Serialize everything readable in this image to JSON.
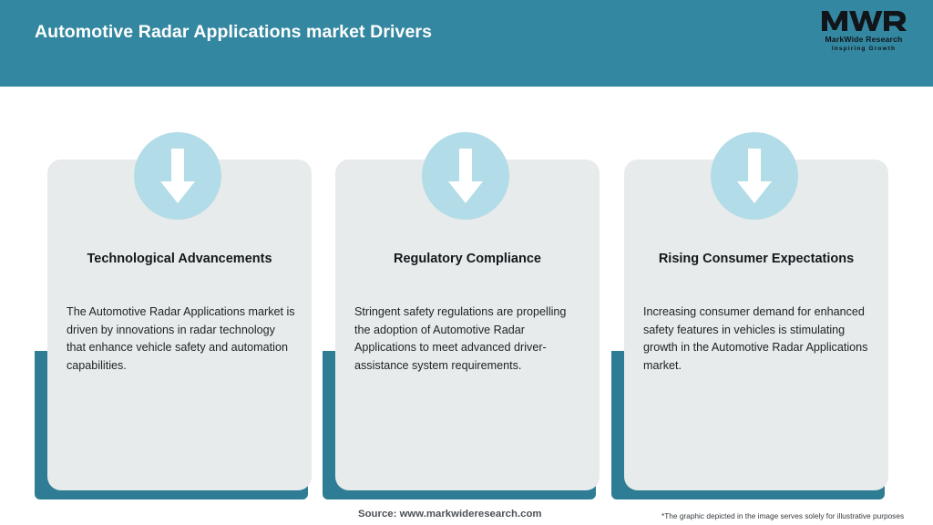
{
  "header": {
    "title": "Automotive Radar Applications market Drivers",
    "background_color": "#3387a0",
    "title_color": "#ffffff"
  },
  "logo": {
    "mark": "MWR",
    "name": "MarkWide Research",
    "tagline": "Inspiring Growth"
  },
  "theme": {
    "teal": "#2e7d95",
    "header_teal": "#3387a0",
    "card_bg": "#e7ebec",
    "icon_circle": "#b2dce8",
    "arrow": "#ffffff"
  },
  "cards": [
    {
      "icon": "arrow-down-icon",
      "title": "Technological Advancements",
      "body": "The Automotive Radar Applications market is driven by innovations in radar technology that enhance vehicle safety and automation capabilities."
    },
    {
      "icon": "arrow-down-icon",
      "title": "Regulatory Compliance",
      "body": "Stringent safety regulations are propelling the adoption of Automotive Radar Applications to meet advanced driver-assistance system requirements."
    },
    {
      "icon": "arrow-down-icon",
      "title": "Rising Consumer Expectations",
      "body": "Increasing consumer demand for enhanced safety features in vehicles is stimulating growth in the Automotive Radar Applications market."
    }
  ],
  "footer": {
    "source": "Source: www.markwideresearch.com",
    "disclaimer": "*The graphic depicted in the image serves solely for illustrative purposes"
  }
}
